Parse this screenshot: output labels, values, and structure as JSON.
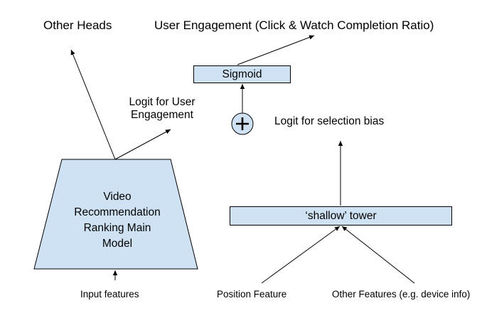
{
  "labels": {
    "other_heads": "Other Heads",
    "user_engagement": "User Engagement (Click & Watch Completion Ratio)",
    "logit_user_engagement_line1": "Logit for User",
    "logit_user_engagement_line2": "Engagement",
    "logit_selection_bias": "Logit for selection bias",
    "input_features": "Input features",
    "position_feature": "Position Feature",
    "other_features": "Other Features (e.g. device info)"
  },
  "nodes": {
    "sigmoid": "Sigmoid",
    "shallow_tower": "‘shallow’ tower",
    "plus": "+",
    "main_model": {
      "line1": "Video",
      "line2": "Recommendation",
      "line3": "Ranking Main",
      "line4": "Model"
    }
  },
  "colors": {
    "node_fill": "#cfe2f3",
    "stroke": "#000000"
  }
}
